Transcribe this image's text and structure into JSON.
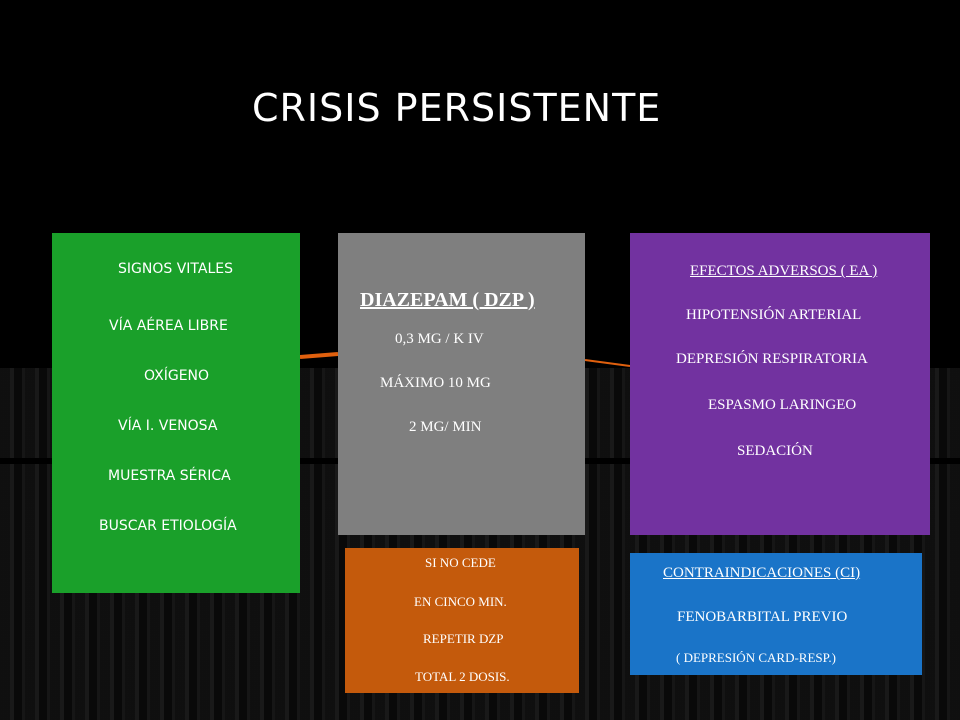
{
  "slide": {
    "title": "CRISIS PERSISTENTE"
  },
  "measures": {
    "items": [
      "SIGNOS VITALES",
      "VÍA AÉREA LIBRE",
      "OXÍGENO",
      "VÍA  I. VENOSA",
      "MUESTRA SÉRICA",
      "BUSCAR ETIOLOGÍA"
    ]
  },
  "drug": {
    "title": "DIAZEPAM (  DZP )",
    "lines": [
      "0,3 MG / K   IV",
      "MÁXIMO  10 MG",
      "2 MG/ MIN"
    ]
  },
  "adverse": {
    "title": "EFECTOS ADVERSOS ( EA )",
    "items": [
      "HIPOTENSIÓN    ARTERIAL",
      "DEPRESIÓN  RESPIRATORIA",
      "ESPASMO  LARINGEO",
      "SEDACIÓN"
    ]
  },
  "repeat": {
    "lines": [
      "SI NO CEDE",
      "EN  CINCO   MIN.",
      "REPETIR  DZP",
      "TOTAL  2  DOSIS."
    ]
  },
  "contra": {
    "title": "CONTRAINDICACIONES (CI)",
    "lines": [
      "FENOBARBITAL  PREVIO",
      "( DEPRESIÓN    CARD-RESP.)"
    ]
  },
  "colors": {
    "green": "#1aa02a",
    "gray": "#7f7f7f",
    "purple": "#7232a0",
    "orange": "#c45a0c",
    "blue": "#1a74c8",
    "connector": "#e0600e"
  }
}
